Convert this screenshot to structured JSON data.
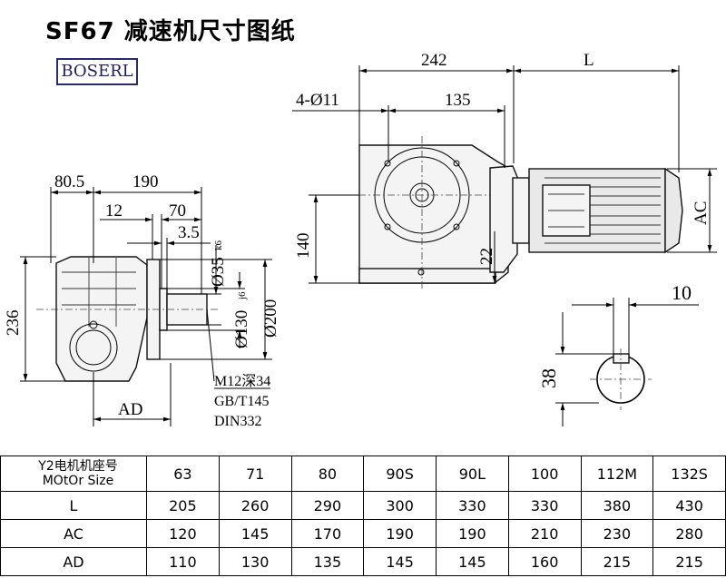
{
  "title": "SF67 减速机尺寸图纸",
  "brand": "BOSERL",
  "dimensions": {
    "d242": "242",
    "dL": "L",
    "bolt": "4-Ø11",
    "d135": "135",
    "d140": "140",
    "d22": "22",
    "dAC": "AC",
    "d80_5": "80.5",
    "d190": "190",
    "d12": "12",
    "d70": "70",
    "d3_5": "3.5",
    "d236": "236",
    "shaft35": "Ø35",
    "shaft35_tol": "k6",
    "d130": "Ø130",
    "d130_tol": "j6",
    "d200": "Ø200",
    "dAD": "AD",
    "d10": "10",
    "d38": "38"
  },
  "notes": [
    "M12深34",
    "GB/T145",
    "DIN332"
  ],
  "table": {
    "header_line1": "Y2电机机座号",
    "header_line2": "MOtOr Size",
    "sizes": [
      "63",
      "71",
      "80",
      "90S",
      "90L",
      "100",
      "112M",
      "132S"
    ],
    "rows": [
      {
        "label": "L",
        "values": [
          "205",
          "260",
          "290",
          "300",
          "330",
          "330",
          "380",
          "430"
        ]
      },
      {
        "label": "AC",
        "values": [
          "120",
          "145",
          "170",
          "190",
          "190",
          "210",
          "230",
          "280"
        ]
      },
      {
        "label": "AD",
        "values": [
          "110",
          "130",
          "135",
          "145",
          "145",
          "160",
          "215",
          "215"
        ]
      }
    ]
  }
}
